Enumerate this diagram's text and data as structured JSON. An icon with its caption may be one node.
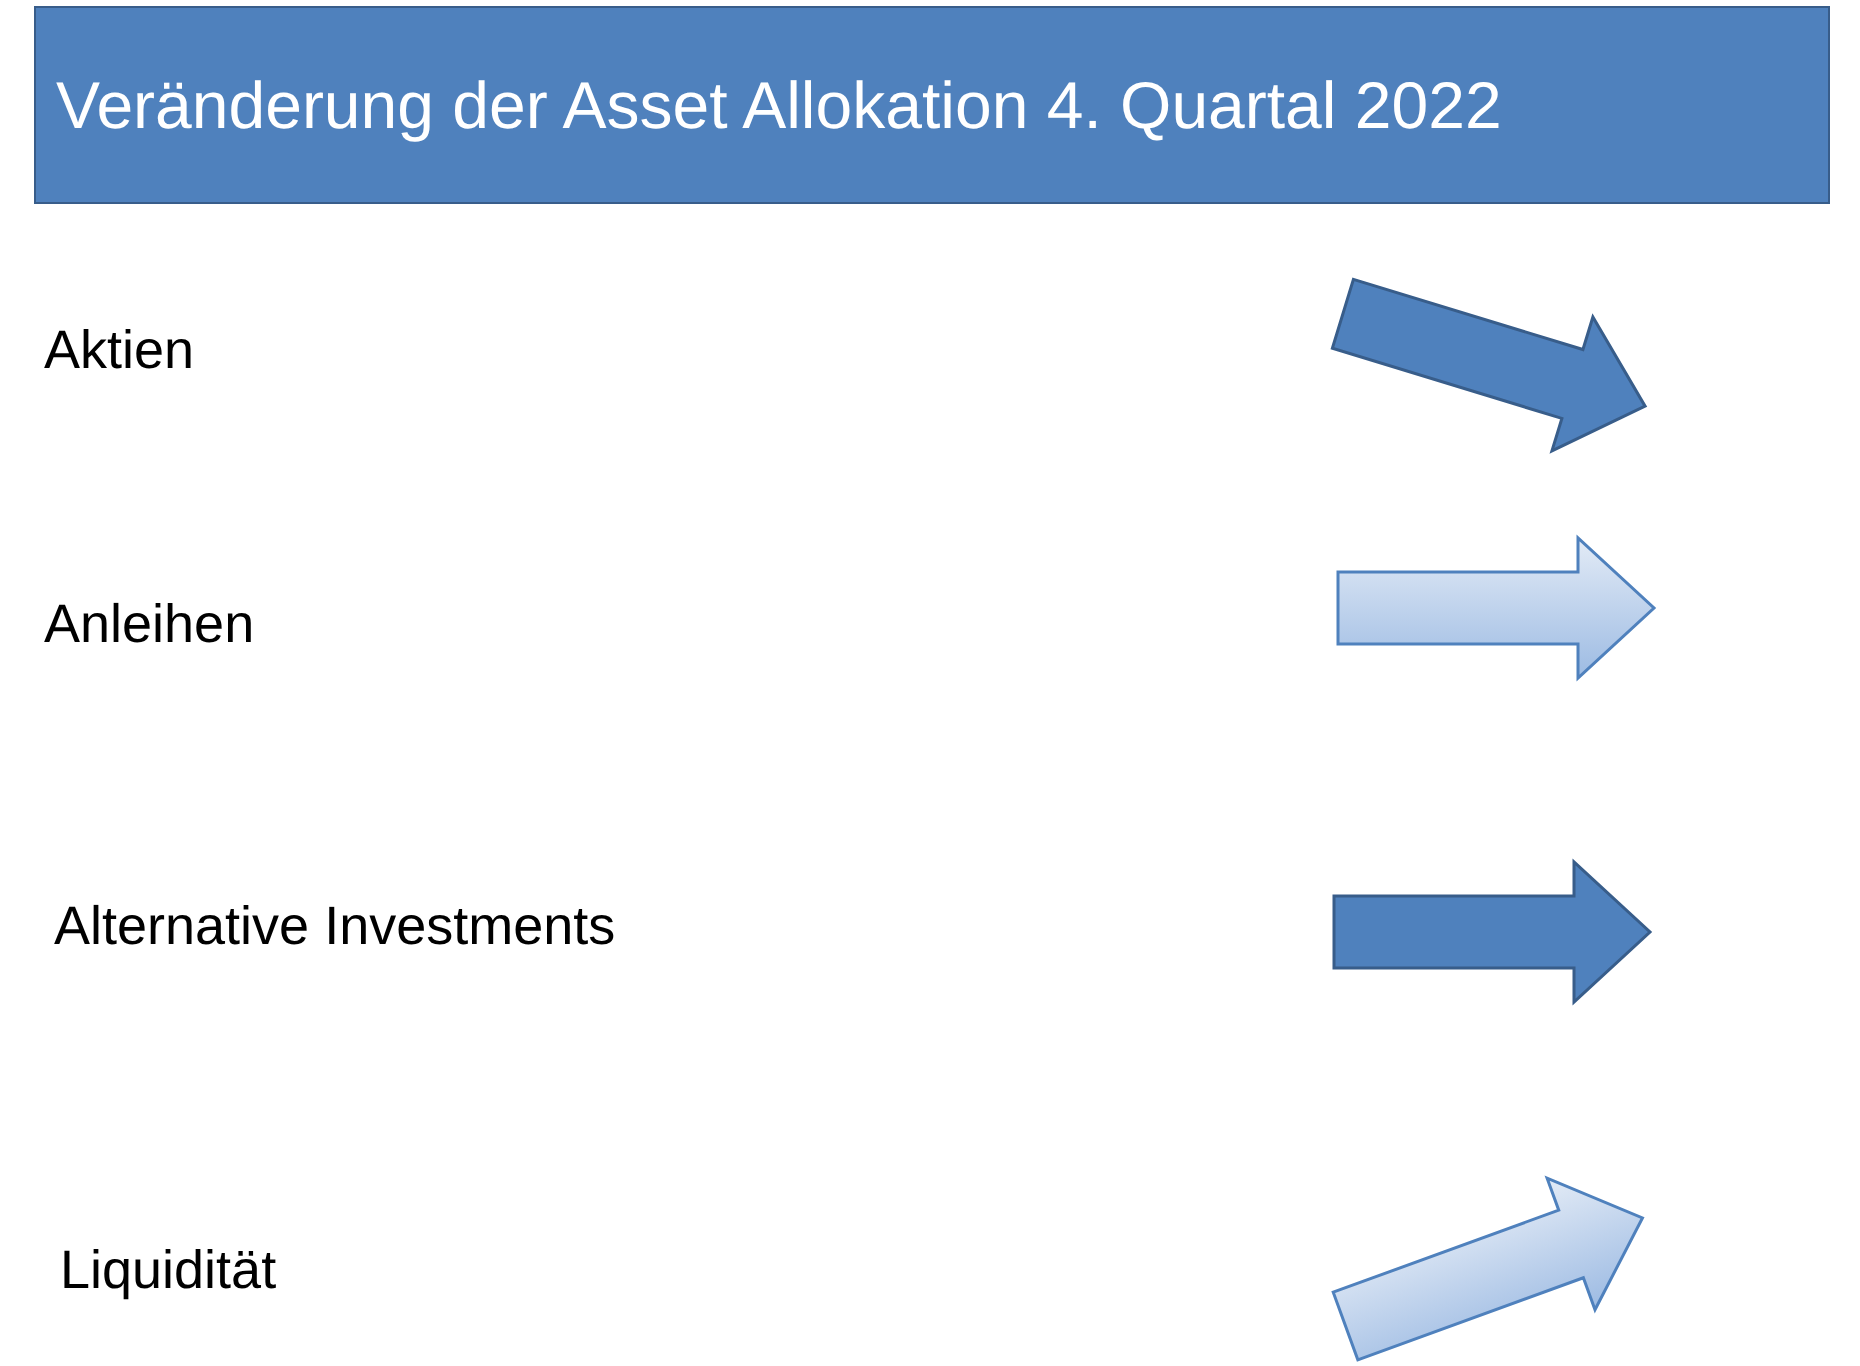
{
  "diagram": {
    "title": "Veränderung der Asset Allokation 4. Quartal 2022",
    "labels": [
      "Aktien",
      "Anleihen",
      "Alternative Investments",
      "Liquidität"
    ]
  }
}
